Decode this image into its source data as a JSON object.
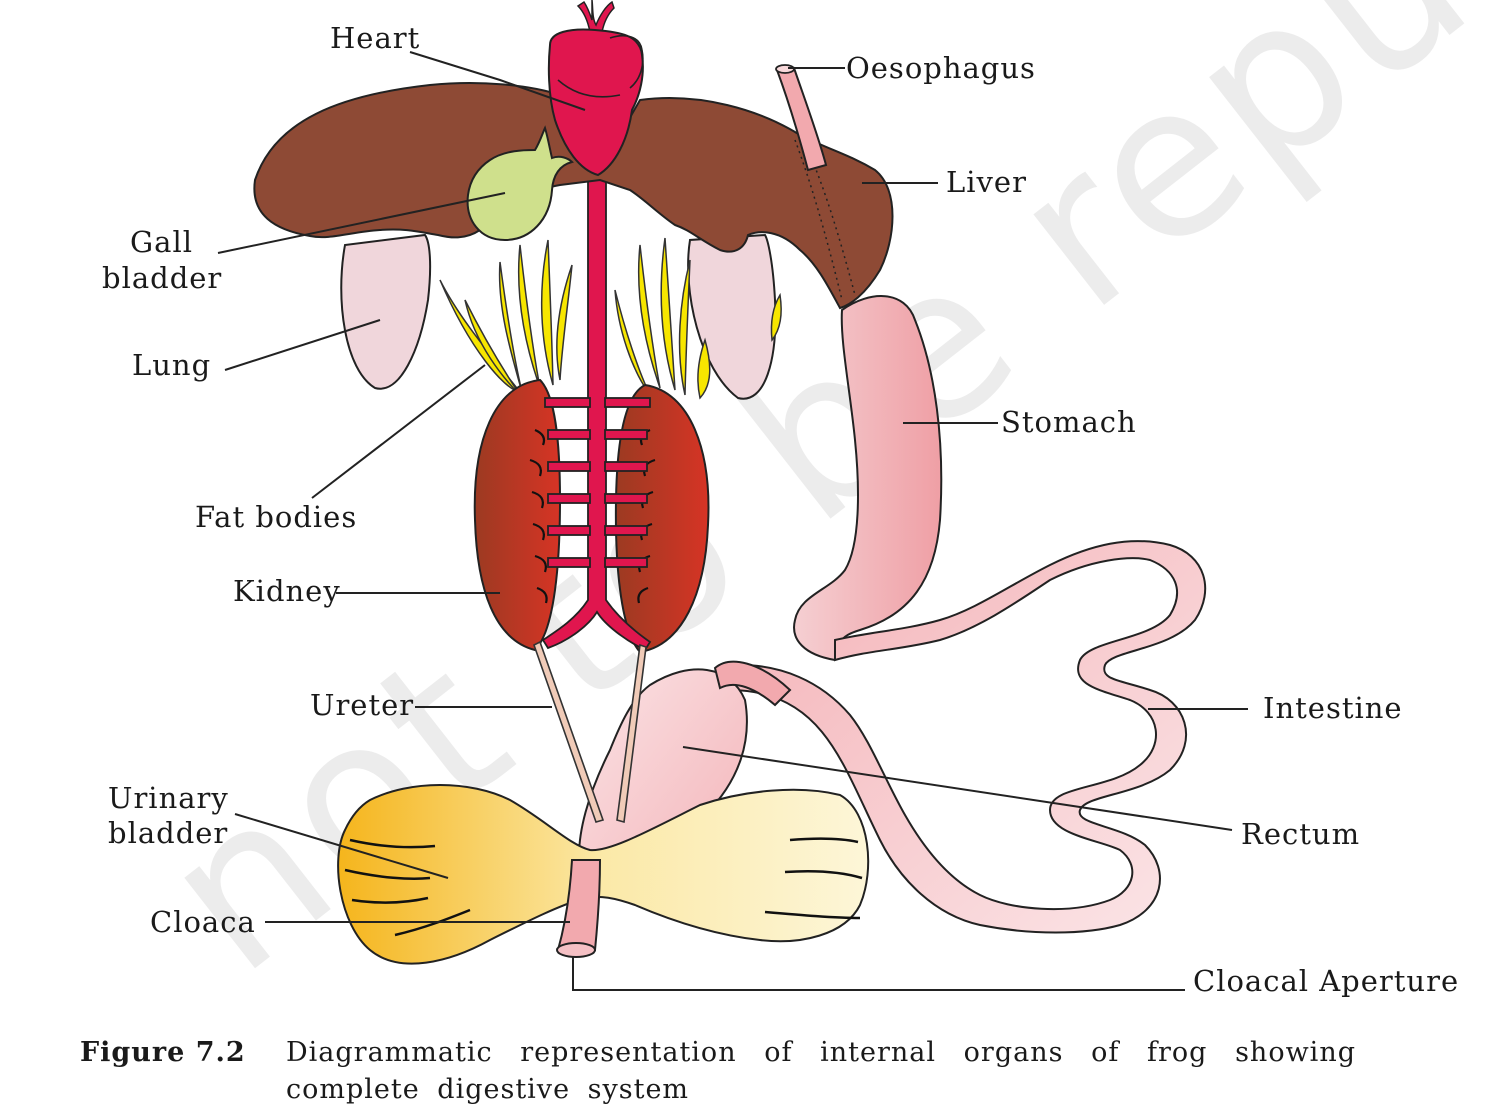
{
  "watermark": "not to be republished © NCERT",
  "labels": {
    "heart": "Heart",
    "oesophagus": "Oesophagus",
    "liver": "Liver",
    "gall_bladder_1": "Gall",
    "gall_bladder_2": "bladder",
    "lung": "Lung",
    "stomach": "Stomach",
    "fat_bodies": "Fat bodies",
    "kidney": "Kidney",
    "ureter": "Ureter",
    "intestine": "Intestine",
    "urinary_bladder_1": "Urinary",
    "urinary_bladder_2": "bladder",
    "rectum": "Rectum",
    "cloaca": "Cloaca",
    "cloacal_aperture": "Cloacal Aperture"
  },
  "caption": {
    "label": "Figure 7.2",
    "text": "Diagrammatic representation of internal organs of frog showing complete digestive system"
  },
  "colors": {
    "liver": "#8e4a35",
    "heart": "#e0164e",
    "gall_bladder": "#cfe08c",
    "lung": "#f0d6db",
    "fat_bodies": "#f7e600",
    "kidney": "#b83a22",
    "gut": "#f2a9ae",
    "urinary_bladder": "#f7c94a"
  }
}
